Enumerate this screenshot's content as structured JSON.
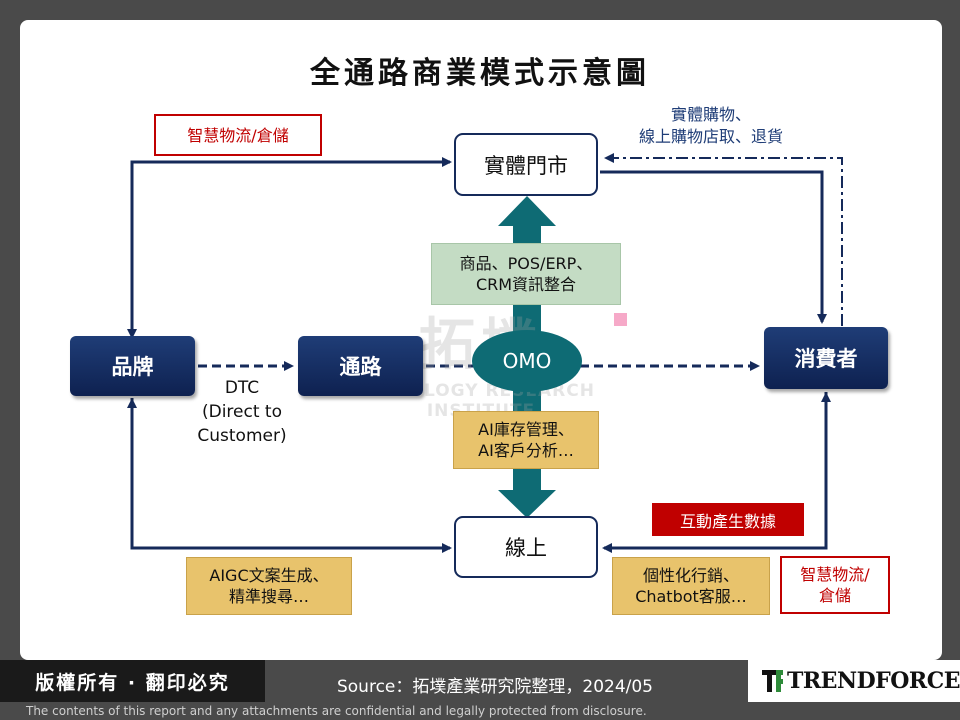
{
  "title": "全通路商業模式示意圖",
  "nodes": {
    "brand": "品牌",
    "channel": "通路",
    "consumer": "消費者",
    "store": "實體門市",
    "online": "線上",
    "omo": "OMO"
  },
  "labels": {
    "logistics_top": "智慧物流/倉儲",
    "store_purchase": [
      "實體購物、",
      "線上購物店取、退貨"
    ],
    "pos_erp": [
      "商品、POS/ERP、",
      "CRM資訊整合"
    ],
    "dtc": [
      "DTC",
      "(Direct to",
      "Customer)"
    ],
    "ai": [
      "AI庫存管理、",
      "AI客戶分析…"
    ],
    "interaction_data": "互動產生數據",
    "aigc": [
      "AIGC文案生成、",
      "精準搜尋…"
    ],
    "personal": [
      "個性化行銷、",
      "Chatbot客服…"
    ],
    "logistics_bottom": [
      "智慧物流/",
      "倉儲"
    ]
  },
  "watermark": {
    "chinese": "拓墣",
    "english": "TOPOLOGY RESEARCH INSTITUTE"
  },
  "footer": {
    "copyright": "版權所有 · 翻印必究",
    "source": "Source：拓墣產業研究院整理，2024/05",
    "logo": "TRENDFORCE",
    "disclaimer": "The contents of this report and any attachments are confidential and legally protected from disclosure."
  },
  "colors": {
    "navy": "#152a5a",
    "teal": "#0e6b74",
    "red": "#c00000",
    "green_box": "#c4dcc4",
    "gold_box": "#e8c36c"
  }
}
